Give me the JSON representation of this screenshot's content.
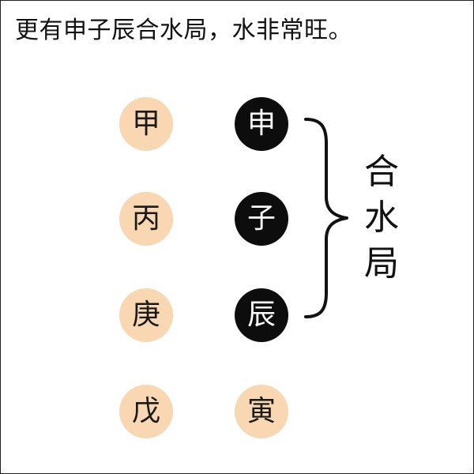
{
  "headline": "更有申子辰合水局，水非常旺。",
  "stems": [
    "甲",
    "丙",
    "庚",
    "戊"
  ],
  "branches": [
    {
      "char": "申",
      "highlighted": true
    },
    {
      "char": "子",
      "highlighted": true
    },
    {
      "char": "辰",
      "highlighted": true
    },
    {
      "char": "寅",
      "highlighted": false
    }
  ],
  "group_label": [
    "合",
    "水",
    "局"
  ],
  "colors": {
    "stem_fill": "#f9d7b2",
    "highlight_fill": "#0d0d0d",
    "highlight_text": "#ffffff",
    "text": "#111111"
  }
}
